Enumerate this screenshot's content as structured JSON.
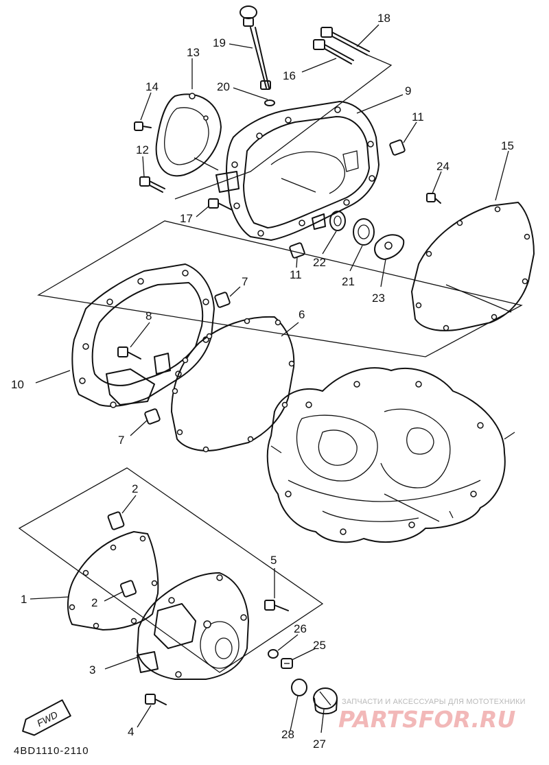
{
  "diagram": {
    "callouts": [
      "1",
      "2",
      "3",
      "4",
      "5",
      "6",
      "7",
      "8",
      "9",
      "10",
      "11",
      "12",
      "13",
      "14",
      "15",
      "16",
      "17",
      "18",
      "19",
      "20",
      "21",
      "22",
      "23",
      "24",
      "25",
      "26",
      "27",
      "28"
    ],
    "fwd_label": "FWD",
    "drawing_code": "4BD1110-2110"
  },
  "watermark": {
    "caption": "ЗАПЧАСТИ И АКСЕССУАРЫ ДЛЯ МОТОТЕХНИКИ",
    "logo": "PARTSFOR.RU",
    "logo_color": "#e06060"
  }
}
